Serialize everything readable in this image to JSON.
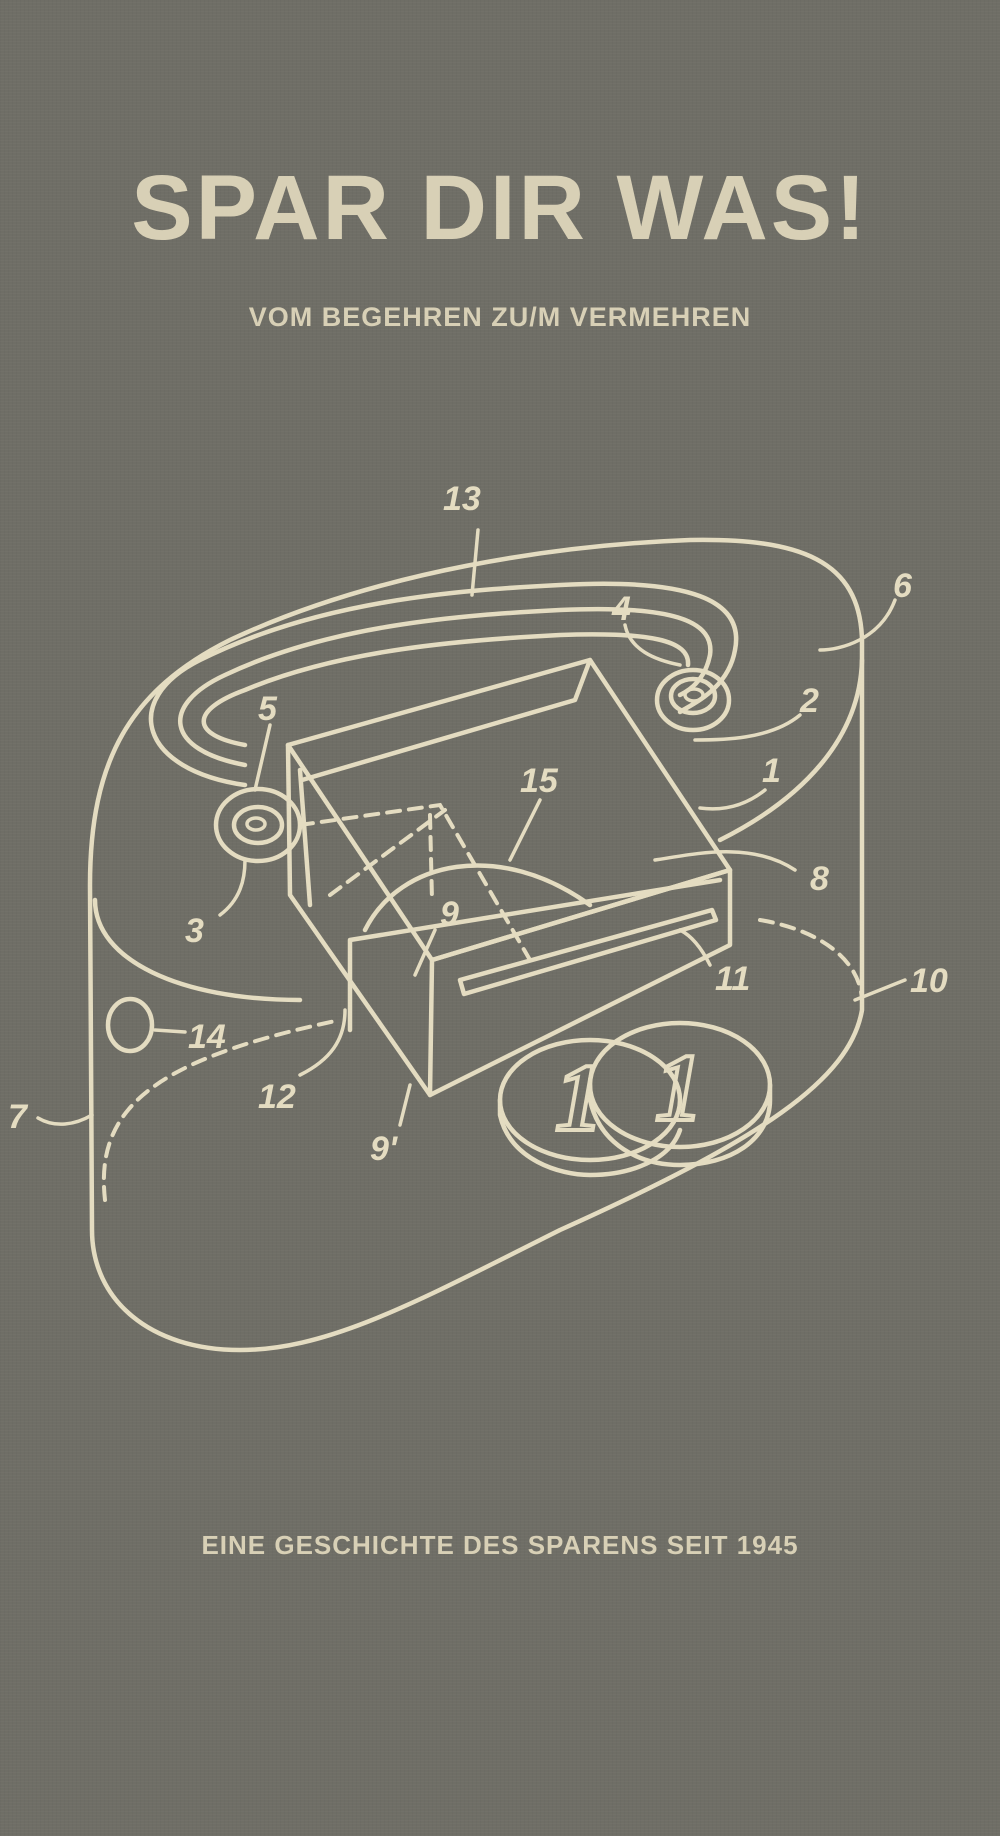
{
  "cover": {
    "title": "SPAR DIR WAS!",
    "subtitle": "VOM BEGEHREN ZU/M VERMEHREN",
    "tagline": "EINE GESCHICHTE DES SPARENS SEIT 1945"
  },
  "drawing": {
    "labels": [
      "13",
      "4",
      "6",
      "5",
      "2",
      "1",
      "15",
      "8",
      "3",
      "9",
      "11",
      "10",
      "14",
      "12",
      "7",
      "9'"
    ],
    "coin_numbers": [
      "1",
      "1"
    ]
  },
  "colors": {
    "background": "#6f6e66",
    "ink": "#d8d0b6"
  }
}
